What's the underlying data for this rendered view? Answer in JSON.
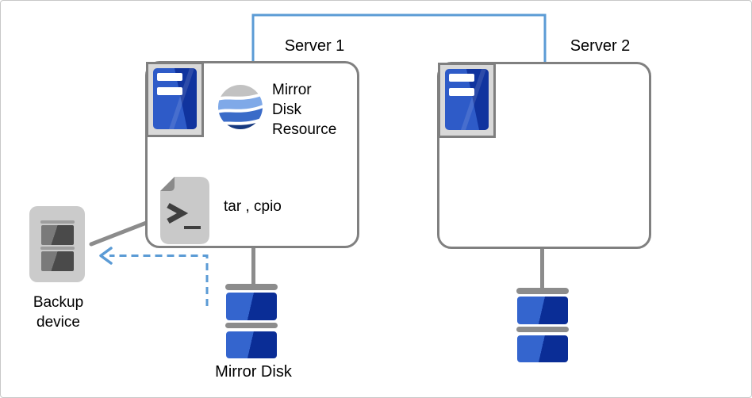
{
  "colors": {
    "interconnect_blue": "#5B9BD5",
    "dashed_arrow_blue": "#5B9BD5",
    "line_gray": "#8C8C8C",
    "box_border_gray": "#808080",
    "disk_blue_light": "#3465CE",
    "disk_blue_dark": "#0A2D96",
    "server_icon_blue": "#2E5BC8",
    "server_icon_blue_dark": "#10339E",
    "globe_band_gray": "#C2C2C2",
    "globe_band_light_blue": "#7FA9E8",
    "globe_band_mid_blue": "#3A6BC8",
    "globe_band_navy": "#15387F",
    "document_gray": "#C9C9C9",
    "document_fold_gray": "#8A8A8A",
    "backup_device_gray": "#CBCBCB"
  },
  "servers": {
    "server1": {
      "label": "Server 1",
      "resource": {
        "label": "Mirror\nDisk\nResource"
      },
      "script": {
        "label": "tar , cpio"
      }
    },
    "server2": {
      "label": "Server 2"
    }
  },
  "mirror_disk": {
    "label": "Mirror Disk"
  },
  "backup_device": {
    "label": "Backup\ndevice"
  },
  "icons": {
    "server_icon": "server-tower",
    "resource_icon": "mirror-wave-globe",
    "script_icon": "script-document",
    "disk_icon": "disk-stack",
    "backup_icon": "tape-device"
  }
}
